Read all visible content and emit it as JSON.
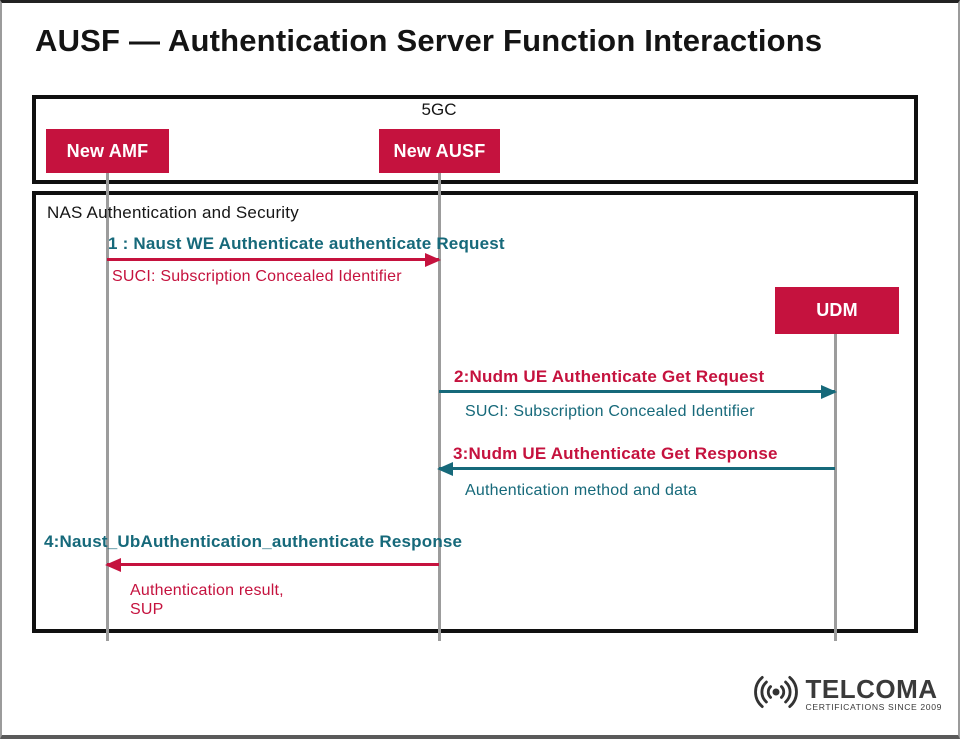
{
  "title": "AUSF — Authentication Server Function Interactions",
  "system_label": "5GC",
  "group_label": "NAS Authentication and Security",
  "participants": [
    {
      "label": "New AMF"
    },
    {
      "label": "New AUSF"
    },
    {
      "label": "UDM"
    }
  ],
  "messages": [
    {
      "label": "1 : Naust WE Authenticate authenticate Request",
      "note": "SUCI: Subscription Concealed Identifier",
      "from": "New AMF",
      "to": "New AUSF",
      "arrow_color": "#C5123E",
      "label_color": "#16697A",
      "note_color": "#C5123E"
    },
    {
      "label": "2:Nudm UE Authenticate Get Request",
      "note": "SUCI: Subscription Concealed Identifier",
      "from": "New AUSF",
      "to": "UDM",
      "arrow_color": "#16697A",
      "label_color": "#C5123E",
      "note_color": "#16697A"
    },
    {
      "label": "3:Nudm UE Authenticate Get Response",
      "note": "Authentication method and data",
      "from": "UDM",
      "to": "New AUSF",
      "arrow_color": "#16697A",
      "label_color": "#C5123E",
      "note_color": "#16697A"
    },
    {
      "label": "4:Naust_UbAuthentication_authenticate Response",
      "note": "Authentication result,",
      "note2": "SUP",
      "from": "New AUSF",
      "to": "New AMF",
      "arrow_color": "#C5123E",
      "label_color": "#16697A",
      "note_color": "#C5123E"
    }
  ],
  "logo": {
    "name": "TELCOMA",
    "tagline": "CERTIFICATIONS SINCE 2009"
  },
  "colors": {
    "crimson": "#C5123E",
    "teal": "#16697A",
    "lifeline_gray": "#9C9C9C",
    "frame_border": "#101010",
    "participant_text": "#FFFFFF"
  }
}
